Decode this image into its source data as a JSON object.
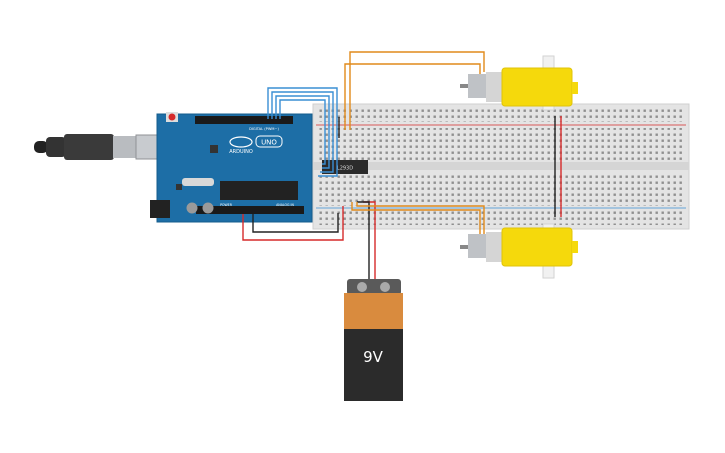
{
  "canvas": {
    "background": "#ffffff"
  },
  "arduino": {
    "brand_label": "ARDUINO",
    "model_label": "UNO",
    "digital_label": "DIGITAL (PWM~)",
    "power_label": "POWER",
    "analog_label": "ANALOG IN",
    "board_color": "#1d6ea6"
  },
  "driver_chip": {
    "label": "L293D"
  },
  "battery": {
    "label": "9V",
    "body_color": "#2b2b2b",
    "wrap_color": "#d98b3e"
  },
  "motors": {
    "count": 2,
    "gearbox_color": "#f5d90c"
  },
  "wires": {
    "blue": "#3a8fd4",
    "orange": "#e08a1b",
    "red": "#d62a2a",
    "black": "#222222"
  }
}
